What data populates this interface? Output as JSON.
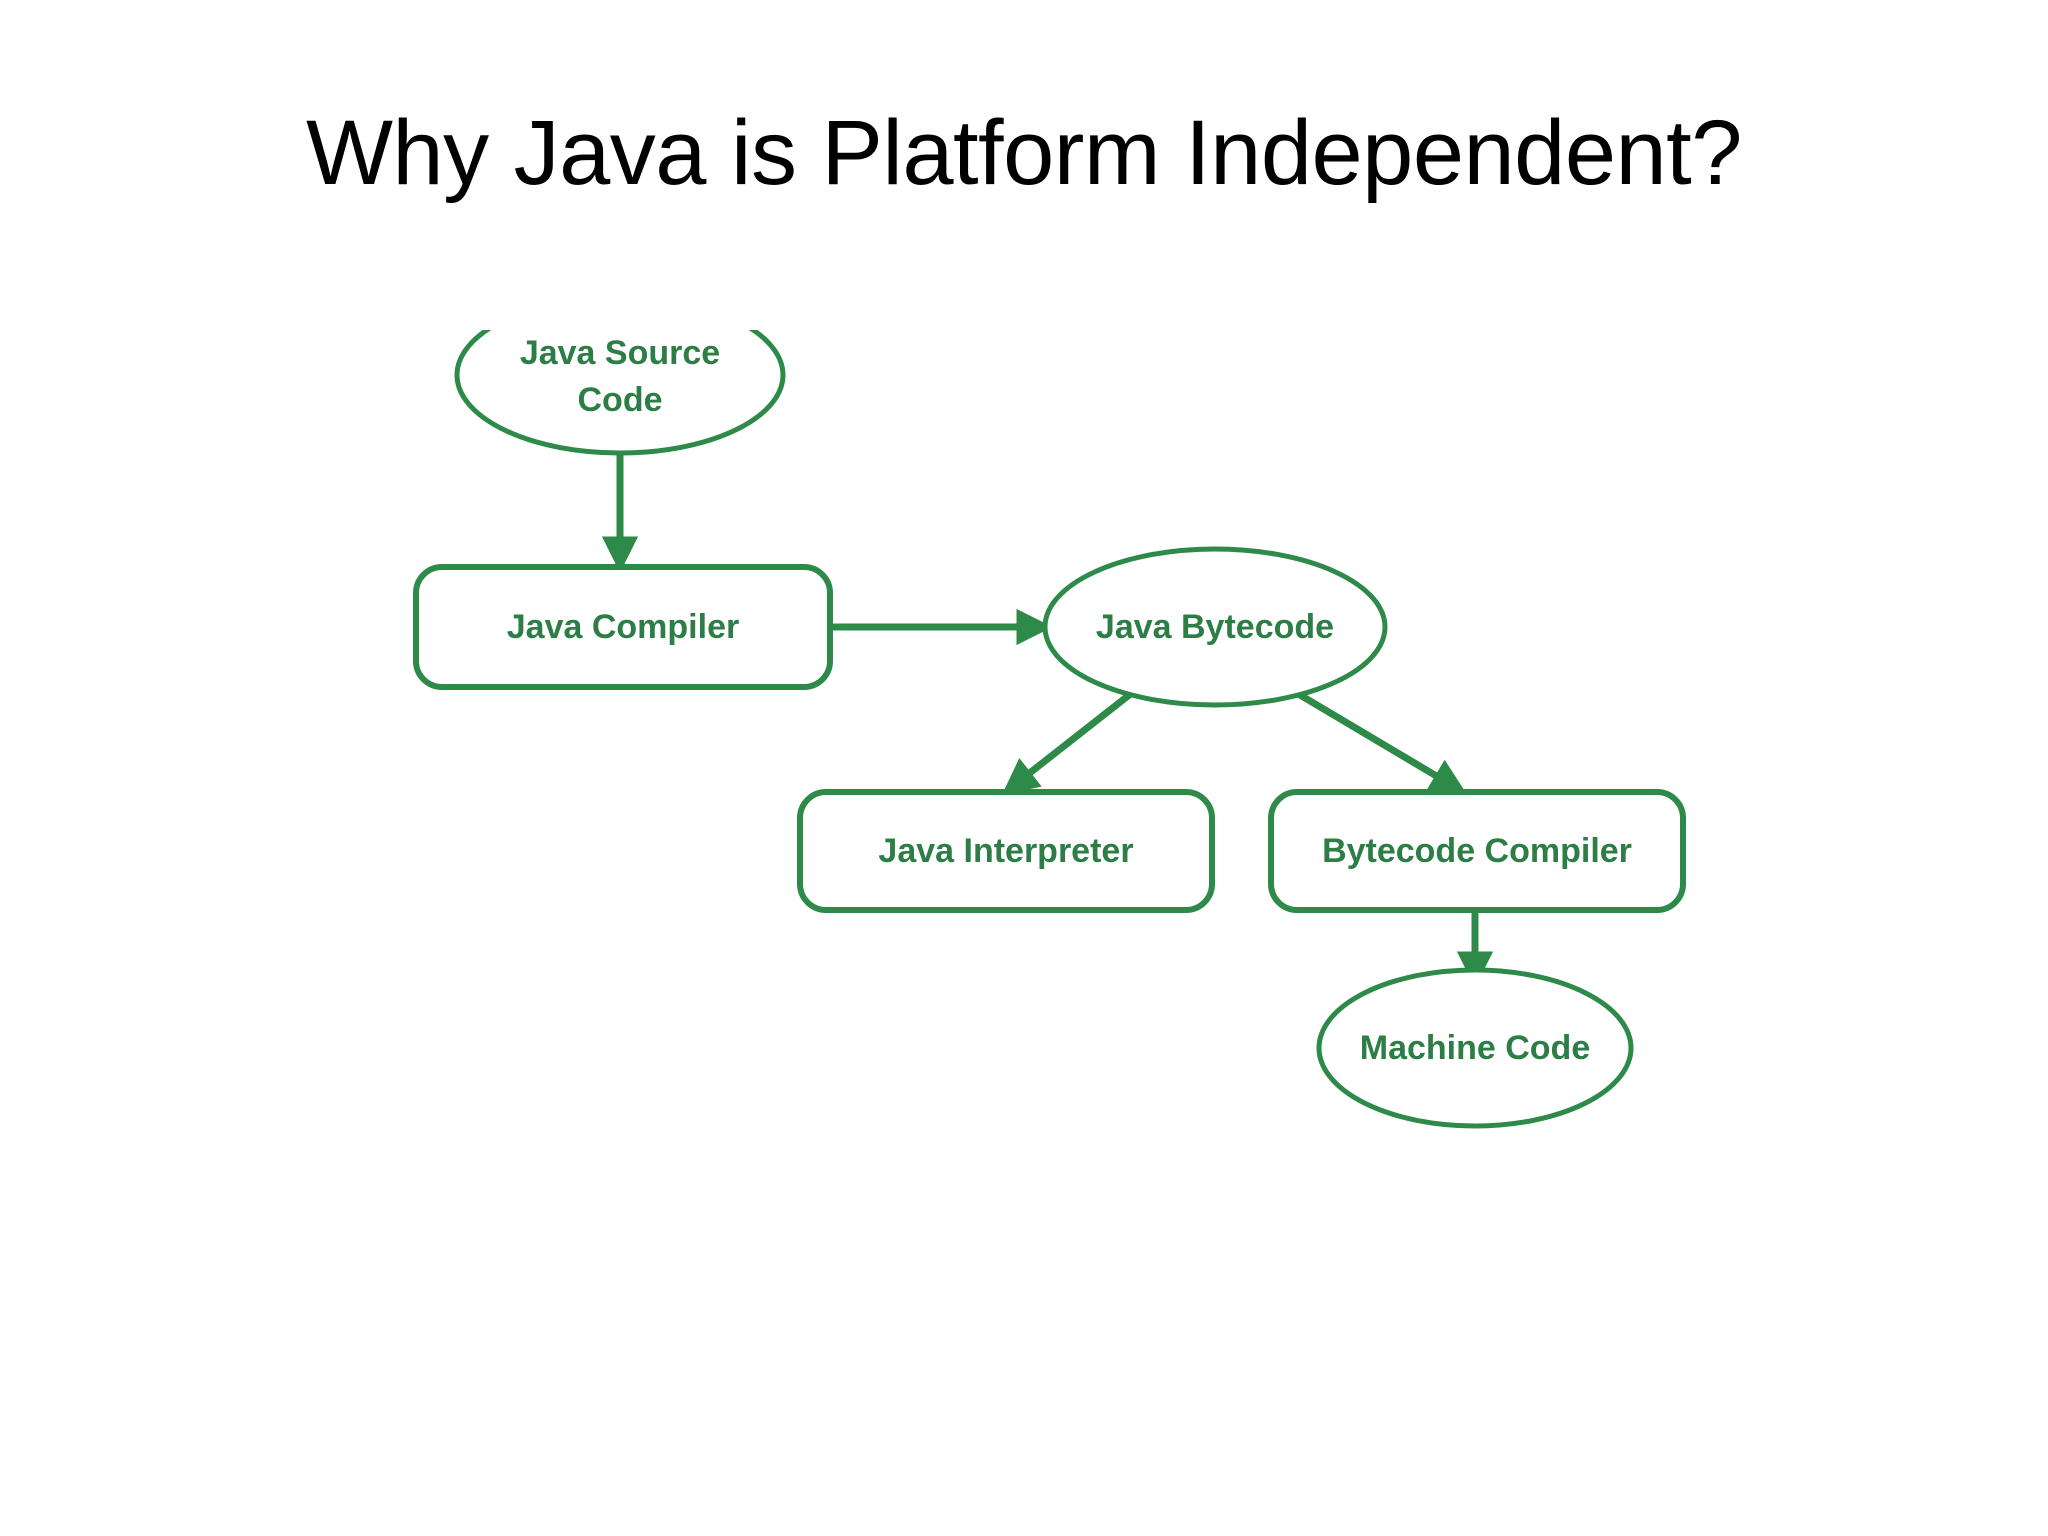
{
  "slide": {
    "title": "Why Java is Platform Independent?",
    "background_color": "#ffffff",
    "title_color": "#000000"
  },
  "diagram": {
    "accent_color": "#2d8a48",
    "text_color": "#2d7d46",
    "fill_color": "#ffffff",
    "type": "flowchart",
    "nodes": [
      {
        "id": "java-source-code",
        "label_line1": "Java Source",
        "label_line2": "Code",
        "shape": "ellipse"
      },
      {
        "id": "java-compiler",
        "label_line1": "Java Compiler",
        "label_line2": "",
        "shape": "rounded-rect"
      },
      {
        "id": "java-bytecode",
        "label_line1": "Java Bytecode",
        "label_line2": "",
        "shape": "ellipse"
      },
      {
        "id": "java-interpreter",
        "label_line1": "Java Interpreter",
        "label_line2": "",
        "shape": "rounded-rect"
      },
      {
        "id": "bytecode-compiler",
        "label_line1": "Bytecode Compiler",
        "label_line2": "",
        "shape": "rounded-rect"
      },
      {
        "id": "machine-code",
        "label_line1": "Machine Code",
        "label_line2": "",
        "shape": "ellipse"
      }
    ],
    "edges": [
      {
        "from": "java-source-code",
        "to": "java-compiler",
        "direction": "down"
      },
      {
        "from": "java-compiler",
        "to": "java-bytecode",
        "direction": "right"
      },
      {
        "from": "java-bytecode",
        "to": "java-interpreter",
        "direction": "down-left"
      },
      {
        "from": "java-bytecode",
        "to": "bytecode-compiler",
        "direction": "down-right"
      },
      {
        "from": "bytecode-compiler",
        "to": "machine-code",
        "direction": "down"
      }
    ]
  }
}
